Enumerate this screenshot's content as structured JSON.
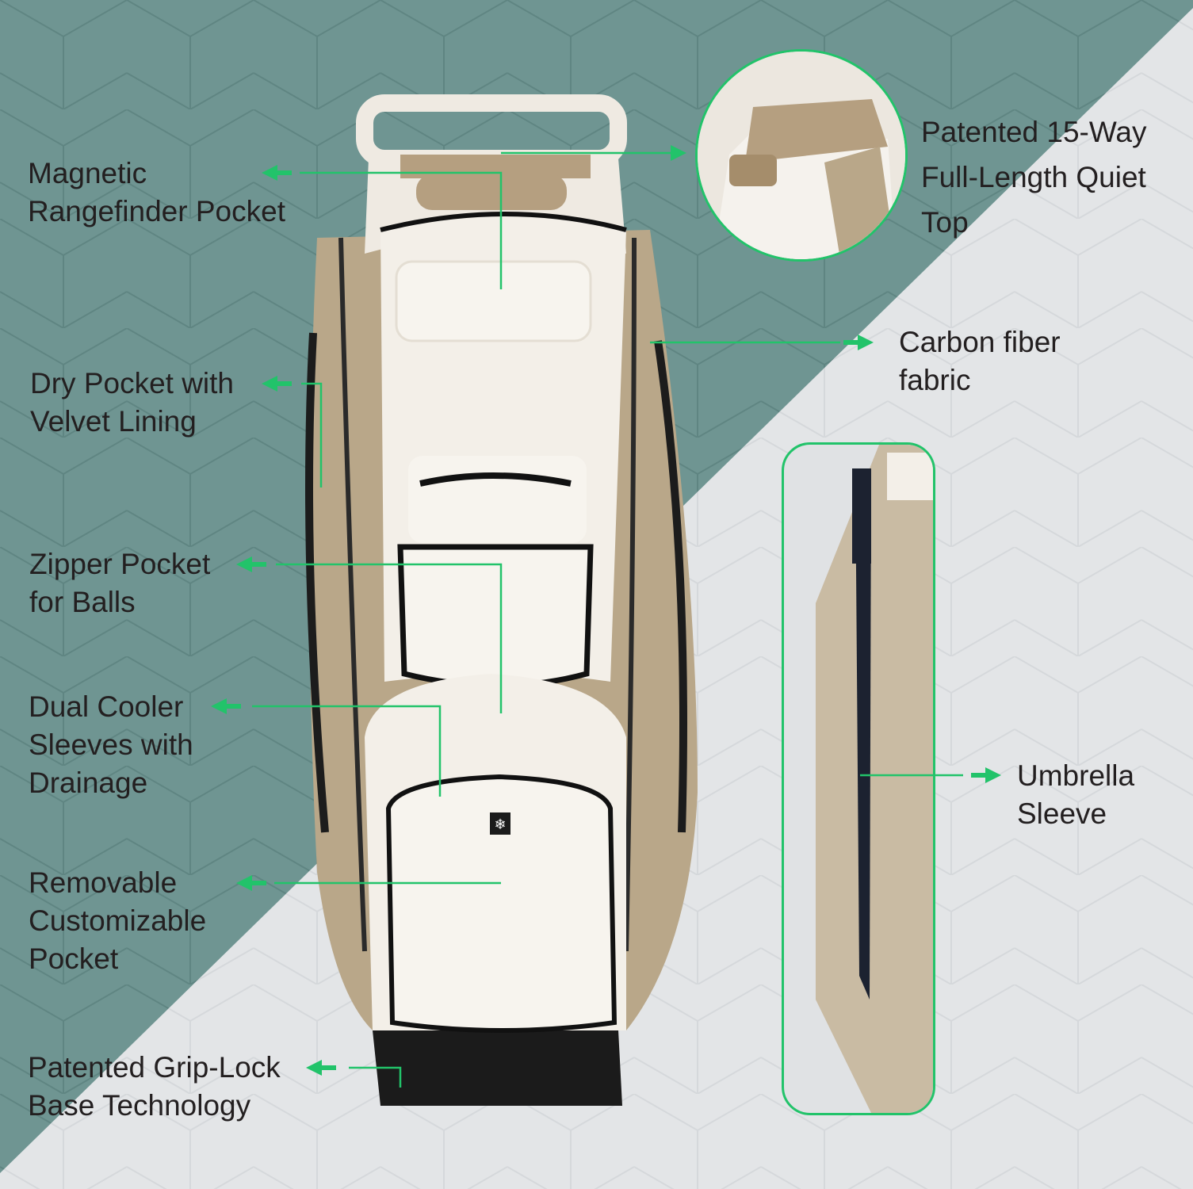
{
  "colors": {
    "background_teal": "#6f9592",
    "background_light": "#e3e5e7",
    "accent_green": "#22c36a",
    "bag_tan": "#b9a789",
    "bag_cream": "#f3efe8",
    "text": "#231f20"
  },
  "labels": {
    "rangefinder": [
      "Magnetic",
      "Rangefinder Pocket"
    ],
    "dry_pocket": [
      "Dry Pocket with",
      "Velvet Lining"
    ],
    "zipper_pocket": [
      "Zipper Pocket",
      "for Balls"
    ],
    "cooler": [
      "Dual Cooler",
      "Sleeves with",
      "Drainage"
    ],
    "removable": [
      "Removable",
      "Customizable",
      "Pocket"
    ],
    "base": [
      "Patented Grip-Lock",
      "Base Technology"
    ],
    "top": [
      "Patented 15-Way",
      "Full-Length Quiet",
      "Top"
    ],
    "carbon": [
      "Carbon fiber",
      "fabric"
    ],
    "umbrella": [
      "Umbrella",
      "Sleeve"
    ]
  },
  "icons": {
    "cooler_tag": "snowflake-icon",
    "callout": "arrow-icon"
  }
}
